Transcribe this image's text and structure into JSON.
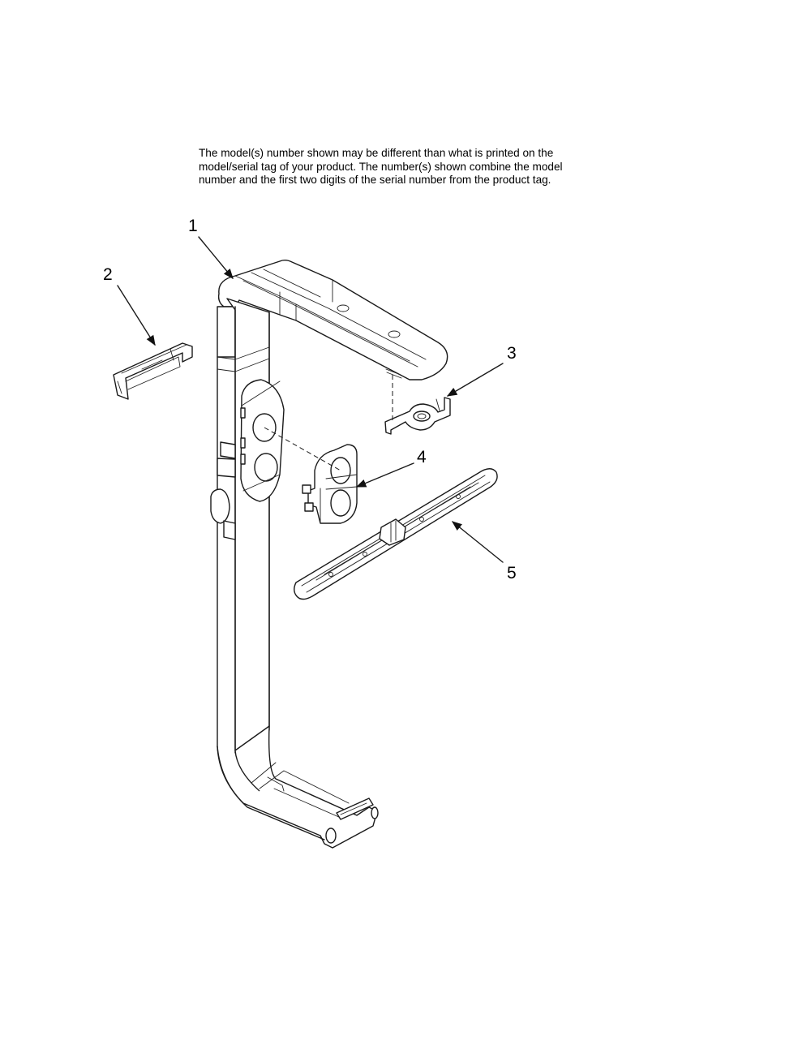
{
  "notice": {
    "line1": "The model(s) number shown may be different than what is printed on the",
    "line2": "model/serial tag of your product. The number(s) shown combine the model",
    "line3": "number and the first two digits of the serial number from the product tag."
  },
  "callouts": [
    {
      "id": "1",
      "label": "1"
    },
    {
      "id": "2",
      "label": "2"
    },
    {
      "id": "3",
      "label": "3"
    },
    {
      "id": "4",
      "label": "4"
    },
    {
      "id": "5",
      "label": "5"
    }
  ]
}
